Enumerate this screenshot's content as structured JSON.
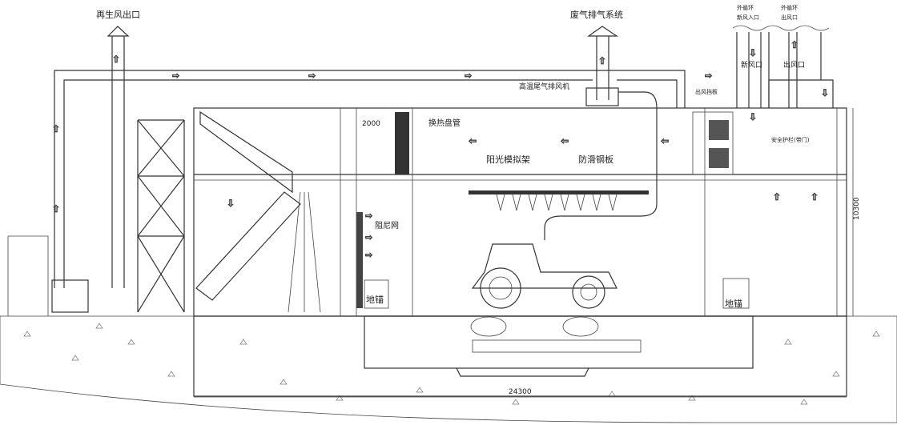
{
  "labels": {
    "regen_outlet": "再生风出口",
    "exhaust_system": "废气排气系统",
    "ext_fresh_in_1": "外循环",
    "ext_fresh_in_2": "新风入口",
    "ext_out_1": "外循环",
    "ext_out_2": "出风口",
    "fresh_port": "新风口",
    "out_port": "出风口",
    "hot_exhaust_fan": "高温尾气排风机",
    "outlet_damper": "出风挡板",
    "heat_coil": "换热盘管",
    "sun_sim_rack": "阳光模拟架",
    "anti_slip_plate": "防滑钢板",
    "safety_rail": "安全护栏(带门)",
    "damping_net": "阻尼网",
    "anchor_left": "地锚",
    "anchor_right": "地锚"
  },
  "dimensions": {
    "coil_width": "2000",
    "height": "10300",
    "length": "24300"
  }
}
